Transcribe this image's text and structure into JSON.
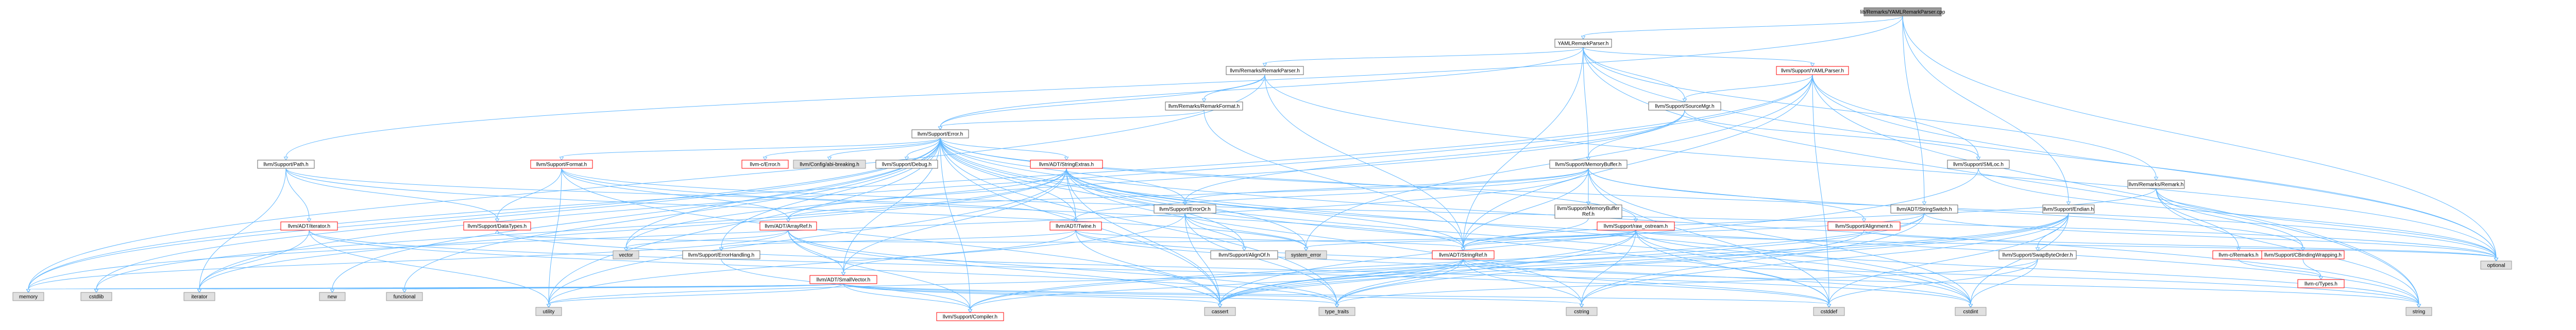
{
  "colors": {
    "root_fill": "#999999",
    "root_stroke": "#666666",
    "link_fill": "#ffffff",
    "link_stroke": "#666666",
    "red_stroke": "#ff0000",
    "system_fill": "#e0e0e0",
    "system_stroke": "#999999",
    "edge": "#63b8ff"
  },
  "nodes": [
    {
      "id": "root",
      "label": "lib/Remarks/YAMLRemarkParser.cpp",
      "kind": "root"
    },
    {
      "id": "yamlrp",
      "label": "YAMLRemarkParser.h",
      "kind": "link"
    },
    {
      "id": "rparser",
      "label": "llvm/Remarks/RemarkParser.h",
      "kind": "link"
    },
    {
      "id": "yamlparser",
      "label": "llvm/Support/YAMLParser.h",
      "kind": "red"
    },
    {
      "id": "rformat",
      "label": "llvm/Remarks/RemarkFormat.h",
      "kind": "link"
    },
    {
      "id": "error",
      "label": "llvm/Support/Error.h",
      "kind": "link"
    },
    {
      "id": "sourcemgr",
      "label": "llvm/Support/SourceMgr.h",
      "kind": "link"
    },
    {
      "id": "path",
      "label": "llvm/Support/Path.h",
      "kind": "link"
    },
    {
      "id": "format",
      "label": "llvm/Support/Format.h",
      "kind": "red"
    },
    {
      "id": "cerror",
      "label": "llvm-c/Error.h",
      "kind": "red"
    },
    {
      "id": "configabi",
      "label": "llvm/Config/abi-breaking.h",
      "kind": "system"
    },
    {
      "id": "debug",
      "label": "llvm/Support/Debug.h",
      "kind": "link"
    },
    {
      "id": "stringextras",
      "label": "llvm/ADT/StringExtras.h",
      "kind": "red"
    },
    {
      "id": "errorh",
      "label": "llvm/Support/ErrorOr.h",
      "kind": "link"
    },
    {
      "id": "membuf",
      "label": "llvm/Support/MemoryBuffer.h",
      "kind": "link"
    },
    {
      "id": "smloc",
      "label": "llvm/Support/SMLoc.h",
      "kind": "link"
    },
    {
      "id": "iterator",
      "label": "llvm/ADT/iterator.h",
      "kind": "red"
    },
    {
      "id": "datatypes",
      "label": "llvm/Support/DataTypes.h",
      "kind": "red"
    },
    {
      "id": "arrayref",
      "label": "llvm/ADT/ArrayRef.h",
      "kind": "red"
    },
    {
      "id": "twine",
      "label": "llvm/ADT/Twine.h",
      "kind": "red"
    },
    {
      "id": "errhandling",
      "label": "llvm/Support/ErrorHandling.h",
      "kind": "link"
    },
    {
      "id": "alignof",
      "label": "llvm/Support/AlignOf.h",
      "kind": "link"
    },
    {
      "id": "membufref",
      "label": "llvm/Support/MemoryBuffer\nRef.h",
      "kind": "link"
    },
    {
      "id": "rawostream",
      "label": "llvm/Support/raw_ostream.h",
      "kind": "red"
    },
    {
      "id": "alignment",
      "label": "llvm/Support/Alignment.h",
      "kind": "red"
    },
    {
      "id": "stringswitch",
      "label": "llvm/ADT/StringSwitch.h",
      "kind": "link"
    },
    {
      "id": "endian",
      "label": "llvm/Support/Endian.h",
      "kind": "link"
    },
    {
      "id": "remark",
      "label": "llvm/Remarks/Remark.h",
      "kind": "link"
    },
    {
      "id": "smallvector",
      "label": "llvm/ADT/SmallVector.h",
      "kind": "red"
    },
    {
      "id": "stringref",
      "label": "llvm/ADT/StringRef.h",
      "kind": "red"
    },
    {
      "id": "swapbyte",
      "label": "llvm/Support/SwapByteOrder.h",
      "kind": "link"
    },
    {
      "id": "cremarks",
      "label": "llvm-c/Remarks.h",
      "kind": "red"
    },
    {
      "id": "cbinding",
      "label": "llvm/Support/CBindingWrapping.h",
      "kind": "red"
    },
    {
      "id": "compiler",
      "label": "llvm/Support/Compiler.h",
      "kind": "red"
    },
    {
      "id": "ctypes",
      "label": "llvm-c/Types.h",
      "kind": "red"
    },
    {
      "id": "memory",
      "label": "memory",
      "kind": "system"
    },
    {
      "id": "cstdlib",
      "label": "cstdlib",
      "kind": "system"
    },
    {
      "id": "iter",
      "label": "iterator",
      "kind": "system"
    },
    {
      "id": "new",
      "label": "new",
      "kind": "system"
    },
    {
      "id": "functional",
      "label": "functional",
      "kind": "system"
    },
    {
      "id": "utility",
      "label": "utility",
      "kind": "system"
    },
    {
      "id": "vector",
      "label": "vector",
      "kind": "system"
    },
    {
      "id": "typetraits",
      "label": "type_traits",
      "kind": "system"
    },
    {
      "id": "cassert",
      "label": "cassert",
      "kind": "system"
    },
    {
      "id": "systemerror",
      "label": "system_error",
      "kind": "system"
    },
    {
      "id": "cstring",
      "label": "cstring",
      "kind": "system"
    },
    {
      "id": "cstddef",
      "label": "cstddef",
      "kind": "system"
    },
    {
      "id": "cstdint",
      "label": "cstdint",
      "kind": "system"
    },
    {
      "id": "string",
      "label": "string",
      "kind": "system"
    },
    {
      "id": "optional",
      "label": "optional",
      "kind": "system"
    }
  ],
  "edges": [
    [
      "root",
      "yamlrp"
    ],
    [
      "root",
      "path"
    ],
    [
      "root",
      "optional"
    ],
    [
      "root",
      "endian"
    ],
    [
      "root",
      "stringswitch"
    ],
    [
      "yamlrp",
      "rparser"
    ],
    [
      "yamlrp",
      "yamlparser"
    ],
    [
      "yamlrp",
      "sourcemgr"
    ],
    [
      "yamlrp",
      "membuf"
    ],
    [
      "yamlrp",
      "remark"
    ],
    [
      "yamlrp",
      "error"
    ],
    [
      "yamlrp",
      "optional"
    ],
    [
      "yamlrp",
      "string"
    ],
    [
      "yamlrp",
      "stringref"
    ],
    [
      "rparser",
      "rformat"
    ],
    [
      "rparser",
      "error"
    ],
    [
      "rparser",
      "memory"
    ],
    [
      "rparser",
      "optional"
    ],
    [
      "rparser",
      "stringref"
    ],
    [
      "rformat",
      "error"
    ],
    [
      "rformat",
      "stringref"
    ],
    [
      "yamlparser",
      "smloc"
    ],
    [
      "yamlparser",
      "sourcemgr"
    ],
    [
      "yamlparser",
      "stringref"
    ],
    [
      "yamlparser",
      "cstddef"
    ],
    [
      "yamlparser",
      "iter"
    ],
    [
      "yamlparser",
      "memory"
    ],
    [
      "yamlparser",
      "optional"
    ],
    [
      "yamlparser",
      "string"
    ],
    [
      "yamlparser",
      "systemerror"
    ],
    [
      "error",
      "cerror"
    ],
    [
      "error",
      "configabi"
    ],
    [
      "error",
      "debug"
    ],
    [
      "error",
      "stringextras"
    ],
    [
      "error",
      "twine"
    ],
    [
      "error",
      "format"
    ],
    [
      "error",
      "errorh"
    ],
    [
      "error",
      "errhandling"
    ],
    [
      "error",
      "alignof"
    ],
    [
      "error",
      "compiler"
    ],
    [
      "error",
      "rawostream"
    ],
    [
      "error",
      "smallvector"
    ],
    [
      "error",
      "cassert"
    ],
    [
      "error",
      "cstdint"
    ],
    [
      "error",
      "cstdlib"
    ],
    [
      "error",
      "functional"
    ],
    [
      "error",
      "memory"
    ],
    [
      "error",
      "new"
    ],
    [
      "error",
      "optional"
    ],
    [
      "error",
      "string"
    ],
    [
      "error",
      "systemerror"
    ],
    [
      "error",
      "typetraits"
    ],
    [
      "error",
      "utility"
    ],
    [
      "error",
      "vector"
    ],
    [
      "sourcemgr",
      "membuf"
    ],
    [
      "sourcemgr",
      "smloc"
    ],
    [
      "sourcemgr",
      "errorh"
    ],
    [
      "sourcemgr",
      "vector"
    ],
    [
      "path",
      "twine"
    ],
    [
      "path",
      "iterator"
    ],
    [
      "path",
      "datatypes"
    ],
    [
      "path",
      "systemerror"
    ],
    [
      "path",
      "iter"
    ],
    [
      "format",
      "arrayref"
    ],
    [
      "format",
      "stringref"
    ],
    [
      "format",
      "datatypes"
    ],
    [
      "format",
      "cassert"
    ],
    [
      "format",
      "cstdio"
    ],
    [
      "format",
      "optional"
    ],
    [
      "format",
      "tuple"
    ],
    [
      "format",
      "utility"
    ],
    [
      "stringextras",
      "arrayref"
    ],
    [
      "stringextras",
      "smallvector"
    ],
    [
      "stringextras",
      "stringref"
    ],
    [
      "stringextras",
      "twine"
    ],
    [
      "stringextras",
      "cassert"
    ],
    [
      "stringextras",
      "cstddef"
    ],
    [
      "stringextras",
      "cstdint"
    ],
    [
      "stringextras",
      "cstdlib"
    ],
    [
      "stringextras",
      "cstring"
    ],
    [
      "stringextras",
      "iter"
    ],
    [
      "stringextras",
      "string"
    ],
    [
      "stringextras",
      "utility"
    ],
    [
      "errorh",
      "alignof"
    ],
    [
      "errorh",
      "cassert"
    ],
    [
      "errorh",
      "systemerror"
    ],
    [
      "errorh",
      "typetraits"
    ],
    [
      "errorh",
      "utility"
    ],
    [
      "membuf",
      "cbinding"
    ],
    [
      "membuf",
      "arrayref"
    ],
    [
      "membuf",
      "twine"
    ],
    [
      "membuf",
      "alignment"
    ],
    [
      "membuf",
      "errorh"
    ],
    [
      "membuf",
      "membufref"
    ],
    [
      "membuf",
      "cstddef"
    ],
    [
      "membuf",
      "cstdint"
    ],
    [
      "membuf",
      "memory"
    ],
    [
      "membuf",
      "stringref"
    ],
    [
      "membufref",
      "stringref"
    ],
    [
      "smloc",
      "cassert"
    ],
    [
      "smloc",
      "optional"
    ],
    [
      "arrayref",
      "smallvector"
    ],
    [
      "arrayref",
      "compiler"
    ],
    [
      "arrayref",
      "vector"
    ],
    [
      "arrayref",
      "cassert"
    ],
    [
      "arrayref",
      "typetraits"
    ],
    [
      "arrayref",
      "memory"
    ],
    [
      "twine",
      "smallvector"
    ],
    [
      "twine",
      "stringref"
    ],
    [
      "twine",
      "errhandling"
    ],
    [
      "twine",
      "cassert"
    ],
    [
      "twine",
      "cstdint"
    ],
    [
      "twine",
      "string"
    ],
    [
      "errhandling",
      "compiler"
    ],
    [
      "rawostream",
      "stringref"
    ],
    [
      "rawostream",
      "datatypes"
    ],
    [
      "rawostream",
      "cassert"
    ],
    [
      "rawostream",
      "cstddef"
    ],
    [
      "rawostream",
      "cstdint"
    ],
    [
      "rawostream",
      "cstring"
    ],
    [
      "rawostream",
      "optional"
    ],
    [
      "rawostream",
      "string"
    ],
    [
      "rawostream",
      "systemerror"
    ],
    [
      "rawostream",
      "typetraits"
    ],
    [
      "alignment",
      "cassert"
    ],
    [
      "alignment",
      "optional"
    ],
    [
      "stringswitch",
      "stringref"
    ],
    [
      "stringswitch",
      "compiler"
    ],
    [
      "stringswitch",
      "cassert"
    ],
    [
      "stringswitch",
      "cstring"
    ],
    [
      "stringswitch",
      "optional"
    ],
    [
      "endian",
      "compiler"
    ],
    [
      "endian",
      "swapbyte"
    ],
    [
      "endian",
      "cassert"
    ],
    [
      "endian",
      "cstddef"
    ],
    [
      "endian",
      "cstdint"
    ],
    [
      "endian",
      "cstring"
    ],
    [
      "endian",
      "typetraits"
    ],
    [
      "remark",
      "cremarks"
    ],
    [
      "remark",
      "cbinding"
    ],
    [
      "remark",
      "stringref"
    ],
    [
      "remark",
      "optional"
    ],
    [
      "remark",
      "string"
    ],
    [
      "smallvector",
      "compiler"
    ],
    [
      "smallvector",
      "typetraits"
    ],
    [
      "smallvector",
      "cassert"
    ],
    [
      "smallvector",
      "cstddef"
    ],
    [
      "smallvector",
      "cstdlib"
    ],
    [
      "smallvector",
      "cstring"
    ],
    [
      "smallvector",
      "functional"
    ],
    [
      "smallvector",
      "iter"
    ],
    [
      "smallvector",
      "memory"
    ],
    [
      "smallvector",
      "new"
    ],
    [
      "smallvector",
      "utility"
    ],
    [
      "stringref",
      "compiler"
    ],
    [
      "stringref",
      "cassert"
    ],
    [
      "stringref",
      "cstddef"
    ],
    [
      "stringref",
      "cstring"
    ],
    [
      "stringref",
      "string"
    ],
    [
      "stringref",
      "typetraits"
    ],
    [
      "stringref",
      "utility"
    ],
    [
      "swapbyte",
      "cstddef"
    ],
    [
      "swapbyte",
      "cstdint"
    ],
    [
      "swapbyte",
      "typetraits"
    ],
    [
      "cremarks",
      "ctypes"
    ],
    [
      "cbinding",
      "ctypes"
    ],
    [
      "iterator",
      "iter"
    ],
    [
      "iterator",
      "cstddef"
    ],
    [
      "iterator",
      "utility"
    ],
    [
      "iterator",
      "typetraits"
    ],
    [
      "datatypes",
      "cstdint"
    ]
  ]
}
